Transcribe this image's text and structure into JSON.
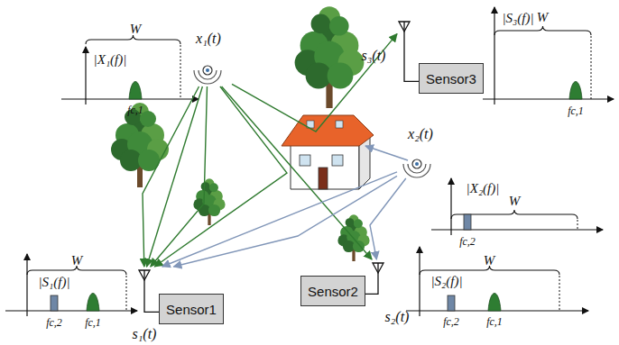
{
  "diagram": {
    "nodes": [
      {
        "text": [
          "x₁(t)"
        ]
      },
      {
        "text": [
          "Sensor3"
        ]
      },
      {
        "text": [
          "x₂(t)"
        ]
      },
      {
        "text": [
          "Sensor1"
        ]
      },
      {
        "text": [
          "Sensor2"
        ]
      }
    ],
    "edges": [
      {
        "from": 0,
        "to": 3,
        "arrow": "to"
      },
      {
        "from": 0,
        "to": 3,
        "arrow": "to"
      },
      {
        "from": 0,
        "to": 3,
        "arrow": "to"
      },
      {
        "from": 0,
        "to": 3,
        "arrow": "to"
      },
      {
        "from": 0,
        "to": 4,
        "arrow": "to"
      },
      {
        "from": 0,
        "to": 1,
        "arrow": "to"
      },
      {
        "from": 2,
        "to": 3,
        "arrow": "to"
      },
      {
        "from": 2,
        "to": 3,
        "arrow": "to"
      },
      {
        "from": 2,
        "to": 4,
        "arrow": "to"
      }
    ],
    "labels": [
      "|X₁(f)|",
      "W",
      "fc,1",
      "|S₃(f)|",
      "W",
      "fc,1",
      "s₃(t)",
      "|X₂(f)|",
      "W",
      "fc,2",
      "|S₁(f)|",
      "W",
      "fc,2",
      "fc,1",
      "s₁(t)",
      "|S₂(f)|",
      "W",
      "fc,2",
      "fc,1",
      "s₂(t)"
    ]
  }
}
